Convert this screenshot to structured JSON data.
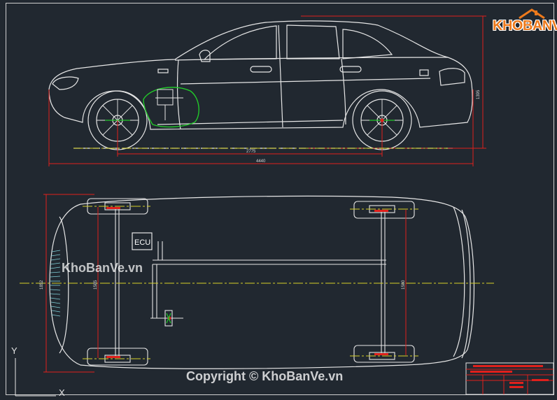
{
  "logo": {
    "text": "KHOBANVE"
  },
  "watermarks": {
    "middle": "KhoBanVe.vn",
    "bottom": "Copyright © KhoBanVe.vn"
  },
  "side_view": {
    "dim_wheelbase": "2775",
    "dim_length": "4440",
    "dim_height": "1395"
  },
  "top_view": {
    "ecu_label": "ECU",
    "dim_front_width": "1852",
    "dim_front_track": "1585",
    "dim_rear_track": "1580"
  },
  "axis": {
    "y_label": "Y",
    "x_label": "X"
  },
  "colors": {
    "background": "#212830",
    "line": "#e6e6e6",
    "dimension": "#e0201c",
    "centerline": "#d6d028",
    "accent_green": "#22c82a",
    "logo": "#ee7a1c"
  }
}
